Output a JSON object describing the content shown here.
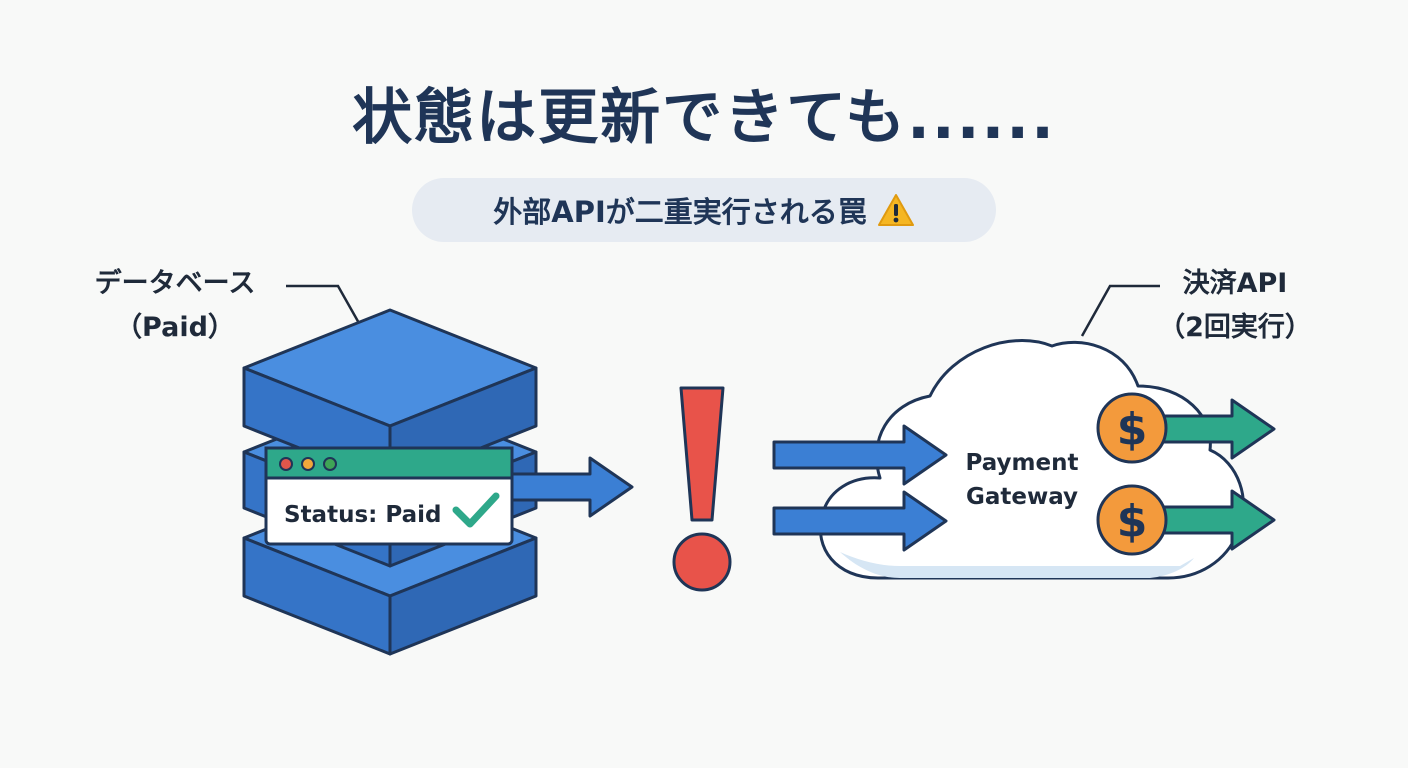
{
  "title": "状態は更新できても......",
  "subtitle": {
    "text": "外部APIが二重実行される罠",
    "icon": "warning-icon"
  },
  "database": {
    "label_line1": "データベース",
    "label_line2": "（Paid）",
    "status_text": "Status: Paid",
    "status_icon": "checkmark-icon",
    "window_dot_colors": [
      "#e0564b",
      "#f2a73b",
      "#3fa556"
    ]
  },
  "warning_mark": {
    "icon": "exclamation-icon",
    "color": "#e8534a"
  },
  "payment_api": {
    "label_line1": "決済API",
    "label_line2": "（2回実行）",
    "gateway_line1": "Payment",
    "gateway_line2": "Gateway",
    "coin_symbol": "$",
    "coin_count": 2
  },
  "colors": {
    "primary_blue": "#3b7fd4",
    "outline": "#1f3557",
    "teal": "#2ea88a",
    "coin": "#f39a3c",
    "alert_red": "#e8534a"
  }
}
